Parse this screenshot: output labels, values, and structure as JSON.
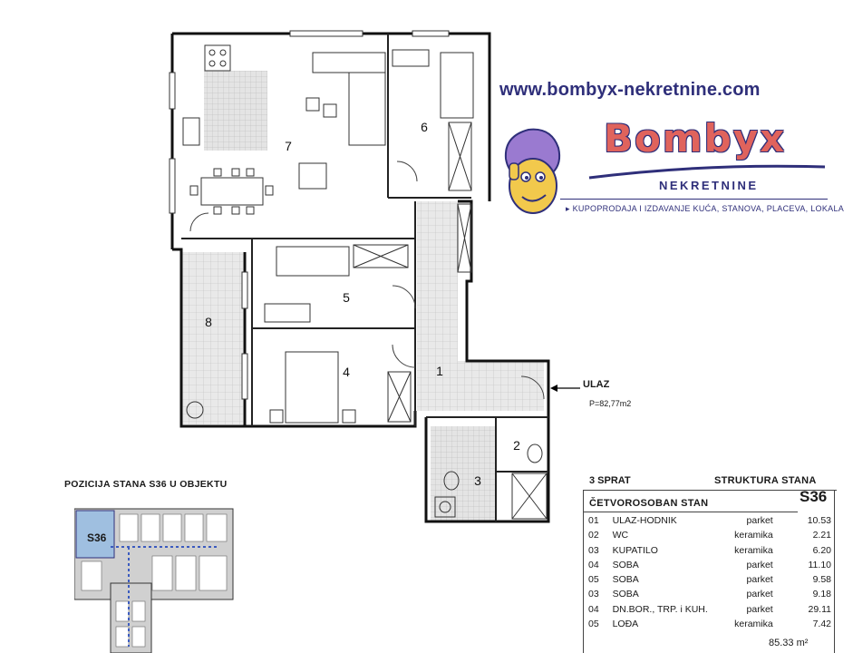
{
  "website": "www.bombyx-nekretnine.com",
  "brand": {
    "name": "Bombyx",
    "sub": "NEKRETNINE",
    "tagline": "KUPOPRODAJA I IZDAVANJE KUĆA, STANOVA, PLACEVA, LOKALA",
    "color": "#e0635c",
    "accent": "#2f2f7a"
  },
  "plan": {
    "entrance_label": "ULAZ",
    "area_label": "P=82,77m2",
    "room_numbers": [
      "1",
      "2",
      "3",
      "4",
      "5",
      "6",
      "7",
      "8"
    ],
    "tile_color": "#d9d9d9"
  },
  "position": {
    "title": "POZICIJA STANA  S36  U OBJEKTU",
    "marker": "S36",
    "highlight_color": "#9fbfe0"
  },
  "structure": {
    "floor": "3 SPRAT",
    "title": "STRUKTURA  STANA",
    "unit_code": "S36",
    "unit_type": "ČETVOROSOBAN  STAN",
    "rows": [
      {
        "no": "01",
        "name": "ULAZ-HODNIK",
        "floor": "parket",
        "area": "10.53"
      },
      {
        "no": "02",
        "name": "WC",
        "floor": "keramika",
        "area": "2.21"
      },
      {
        "no": "03",
        "name": "KUPATILO",
        "floor": "keramika",
        "area": "6.20"
      },
      {
        "no": "04",
        "name": "SOBA",
        "floor": "parket",
        "area": "11.10"
      },
      {
        "no": "05",
        "name": "SOBA",
        "floor": "parket",
        "area": "9.58"
      },
      {
        "no": "03",
        "name": "SOBA",
        "floor": "parket",
        "area": "9.18"
      },
      {
        "no": "04",
        "name": "DN.BOR., TRP. i KUH.",
        "floor": "parket",
        "area": "29.11"
      },
      {
        "no": "05",
        "name": "LOĐA",
        "floor": "keramika",
        "area": "7.42"
      }
    ],
    "total": "85.33 m²"
  }
}
